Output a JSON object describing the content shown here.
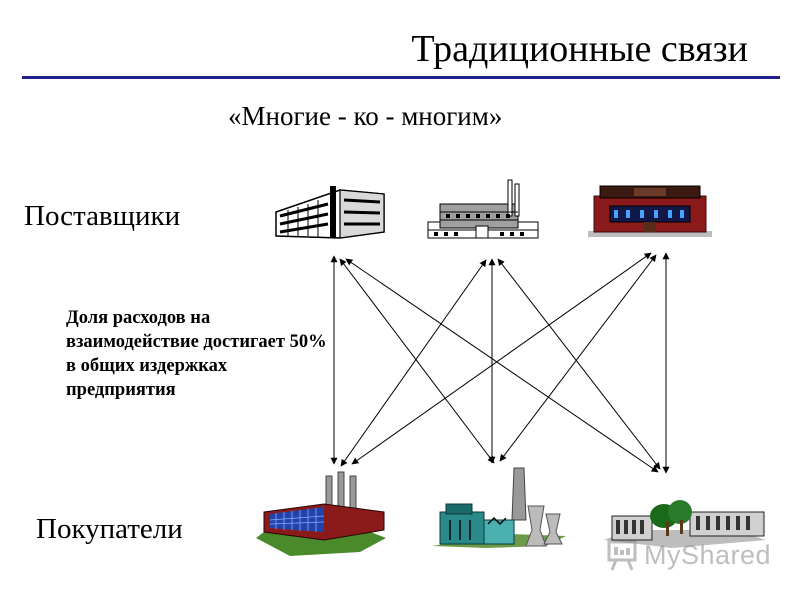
{
  "title": "Традиционные связи",
  "subtitle": "«Многие - ко - многим»",
  "suppliers_label": "Поставщики",
  "buyers_label": "Покупатели",
  "note": "Доля расходов на взаимодействие достигает 50% в общих издержках предприятия",
  "watermark": "MyShared",
  "colors": {
    "rule": "#1f1f8f",
    "arrows": "#000000"
  },
  "suppliers": [
    {
      "icon": "office-building-icon"
    },
    {
      "icon": "factory-icon"
    },
    {
      "icon": "store-icon"
    }
  ],
  "buyers": [
    {
      "icon": "factory-smokestacks-icon"
    },
    {
      "icon": "power-plant-icon"
    },
    {
      "icon": "office-park-icon"
    }
  ],
  "connections": "many-to-many"
}
